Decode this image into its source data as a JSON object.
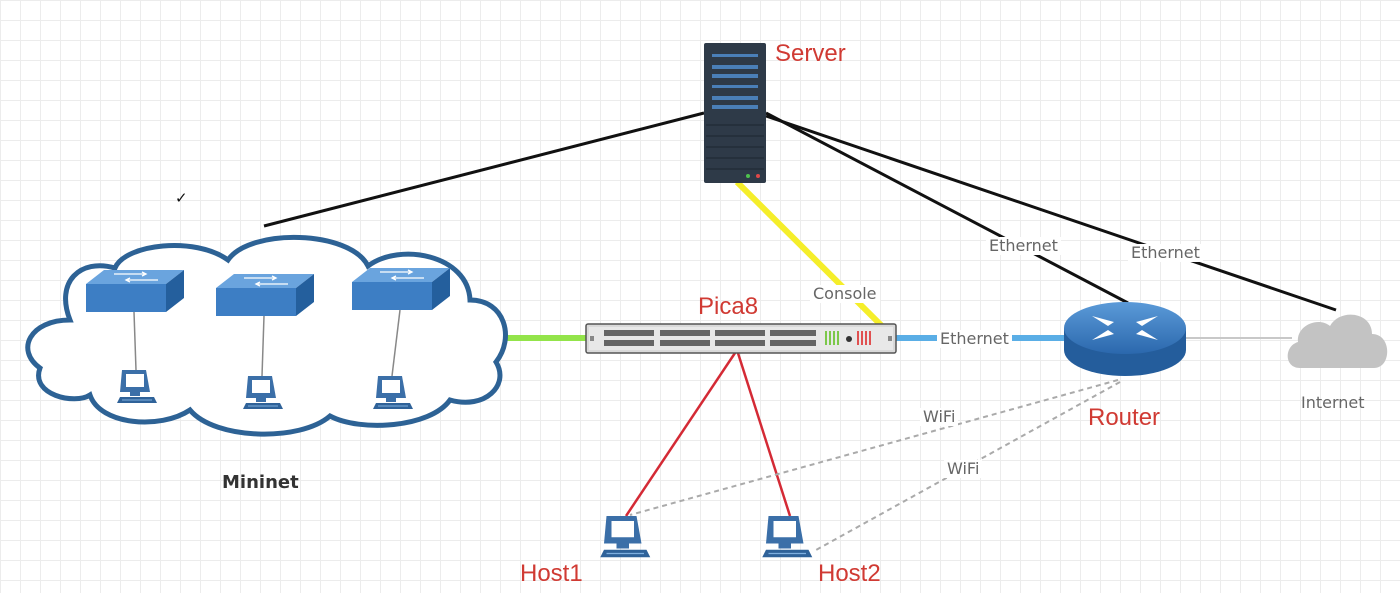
{
  "nodes": {
    "server": "Server",
    "pica8": "Pica8",
    "router": "Router",
    "internet": "Internet",
    "mininet": "Mininet",
    "host1": "Host1",
    "host2": "Host2"
  },
  "links": {
    "console": "Console",
    "ethernet_switch_router": "Ethernet",
    "ethernet_server_router": "Ethernet",
    "ethernet_server_internet": "Ethernet",
    "wifi_host1": "WiFi",
    "wifi_host2": "WiFi"
  },
  "marks": {
    "checkmark": "✓"
  },
  "colors": {
    "label_red": "#d03a33",
    "switch_blue": "#3d7ec4",
    "cloud_outline": "#2d6295",
    "console_yellow": "#f5ee2a",
    "mininet_link_green": "#93e44a",
    "ethernet_blue": "#5aaee6",
    "host_red_link": "#d42a35",
    "server_dark": "#2e3a48",
    "internet_gray": "#bfbfbf"
  }
}
